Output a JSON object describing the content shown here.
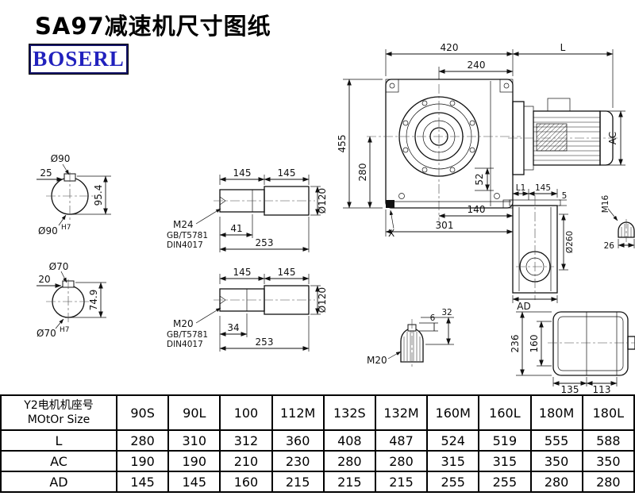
{
  "title": "SA97减速机尺寸图纸",
  "logo": "BOSERL",
  "main_view": {
    "d420": "420",
    "dL": "L",
    "d240": "240",
    "d455": "455",
    "d280": "280",
    "dAC": "AC",
    "d52": "52",
    "d140": "140",
    "d301": "301",
    "dX": "X"
  },
  "hole90": {
    "dia": "Ø90",
    "d25": "25",
    "d954": "95.4",
    "bore": "Ø90",
    "tol": "H7"
  },
  "hole70": {
    "dia": "Ø70",
    "d20": "20",
    "d749": "74.9",
    "bore": "Ø70",
    "tol": "H7"
  },
  "shaft_top": {
    "d145a": "145",
    "d145b": "145",
    "dia": "Ø120",
    "thread": "M24",
    "std1": "GB/T5781",
    "std2": "DIN4017",
    "d41": "41",
    "d253": "253"
  },
  "shaft_bottom": {
    "d145a": "145",
    "d145b": "145",
    "dia": "Ø120",
    "thread": "M20",
    "std1": "GB/T5781",
    "std2": "DIN4017",
    "d34": "34",
    "d253": "253"
  },
  "side_view": {
    "dL1": "L1",
    "d145": "145",
    "d5": "5",
    "m16": "M16",
    "dia260": "Ø260",
    "d26": "26",
    "dAD": "AD"
  },
  "end_detail": {
    "thread": "M20",
    "d6": "6",
    "d32": "32"
  },
  "rear_view": {
    "d236": "236",
    "d160": "160",
    "d135": "135",
    "d113": "113"
  },
  "table": {
    "row_header_line1": "Y2电机机座号",
    "row_header_line2": "MOtOr Size",
    "columns": [
      "90S",
      "90L",
      "100",
      "112M",
      "132S",
      "132M",
      "160M",
      "160L",
      "180M",
      "180L"
    ],
    "rows": [
      {
        "label": "L",
        "values": [
          "280",
          "310",
          "312",
          "360",
          "408",
          "487",
          "524",
          "519",
          "555",
          "588"
        ]
      },
      {
        "label": "AC",
        "values": [
          "190",
          "190",
          "210",
          "230",
          "280",
          "280",
          "315",
          "315",
          "350",
          "350"
        ]
      },
      {
        "label": "AD",
        "values": [
          "145",
          "145",
          "160",
          "215",
          "215",
          "215",
          "255",
          "255",
          "280",
          "280"
        ]
      }
    ]
  }
}
